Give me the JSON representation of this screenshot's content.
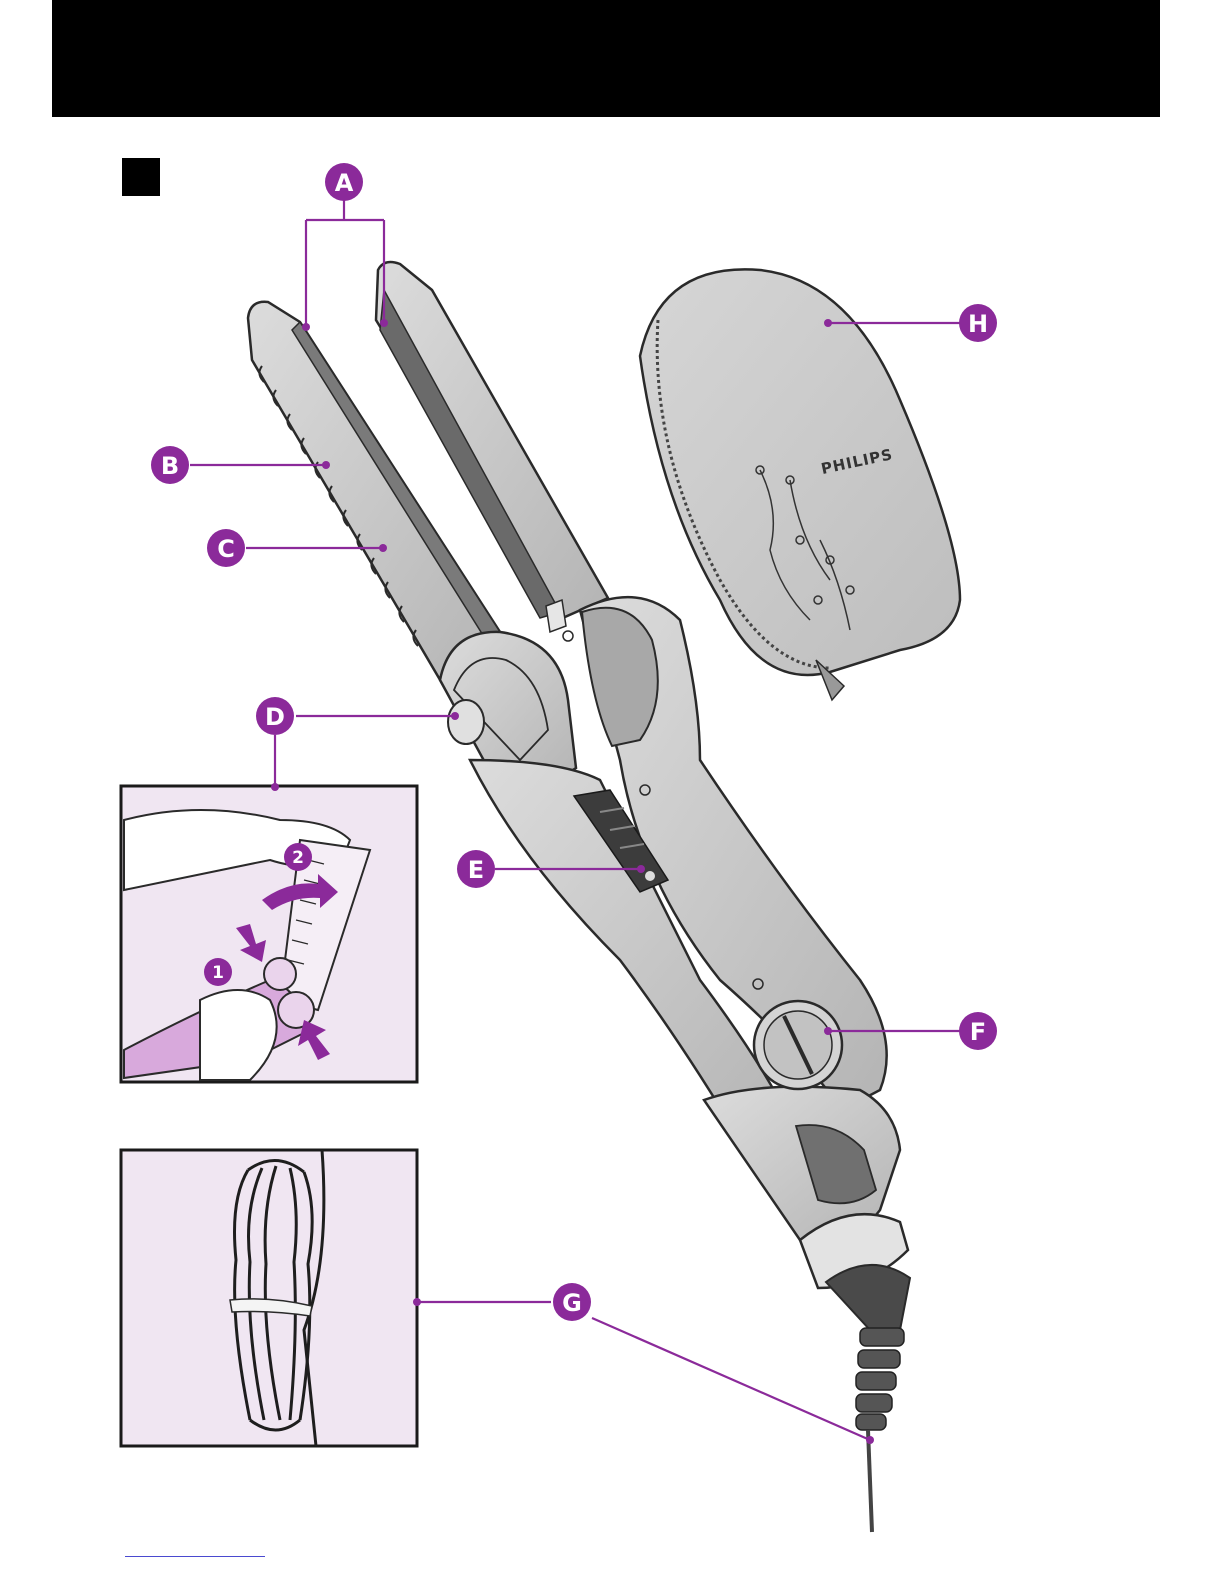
{
  "colors": {
    "accent": "#8b2a9a",
    "inset_bg": "#f0e6f2",
    "device_body": "#c8c8c8",
    "device_dark": "#6e6e6e",
    "outline": "#2a2a2a"
  },
  "brand": {
    "logo_text": "PHILIPS"
  },
  "callouts": [
    {
      "id": "A",
      "label": "A"
    },
    {
      "id": "B",
      "label": "B"
    },
    {
      "id": "C",
      "label": "C"
    },
    {
      "id": "D",
      "label": "D"
    },
    {
      "id": "E",
      "label": "E"
    },
    {
      "id": "F",
      "label": "F"
    },
    {
      "id": "G",
      "label": "G"
    },
    {
      "id": "H",
      "label": "H"
    }
  ],
  "inset_steps": [
    {
      "label": "1"
    },
    {
      "label": "2"
    }
  ]
}
